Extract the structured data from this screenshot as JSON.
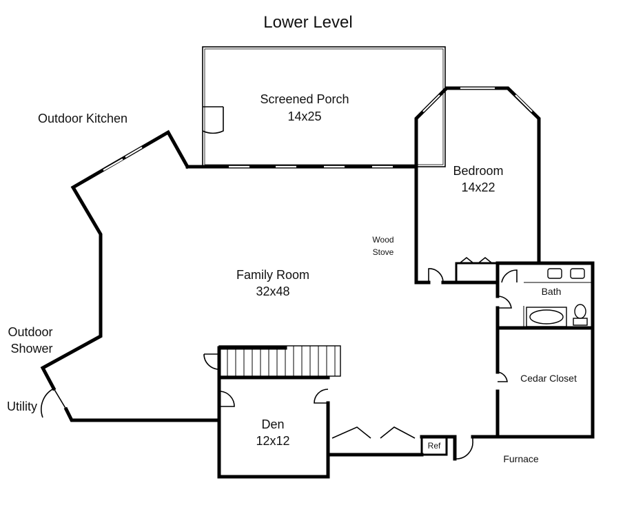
{
  "title": "Lower Level",
  "rooms": {
    "screened_porch": {
      "name": "Screened Porch",
      "size": "14x25"
    },
    "bedroom": {
      "name": "Bedroom",
      "size": "14x22"
    },
    "family_room": {
      "name": "Family Room",
      "size": "32x48"
    },
    "den": {
      "name": "Den",
      "size": "12x12"
    },
    "bath": {
      "name": "Bath"
    },
    "cedar_closet": {
      "name": "Cedar Closet"
    },
    "ref": {
      "name": "Ref"
    }
  },
  "labels": {
    "outdoor_kitchen": "Outdoor Kitchen",
    "outdoor_shower_1": "Outdoor",
    "outdoor_shower_2": "Shower",
    "utility": "Utility",
    "wood_stove_1": "Wood",
    "wood_stove_2": "Stove",
    "furnace": "Furnace"
  }
}
